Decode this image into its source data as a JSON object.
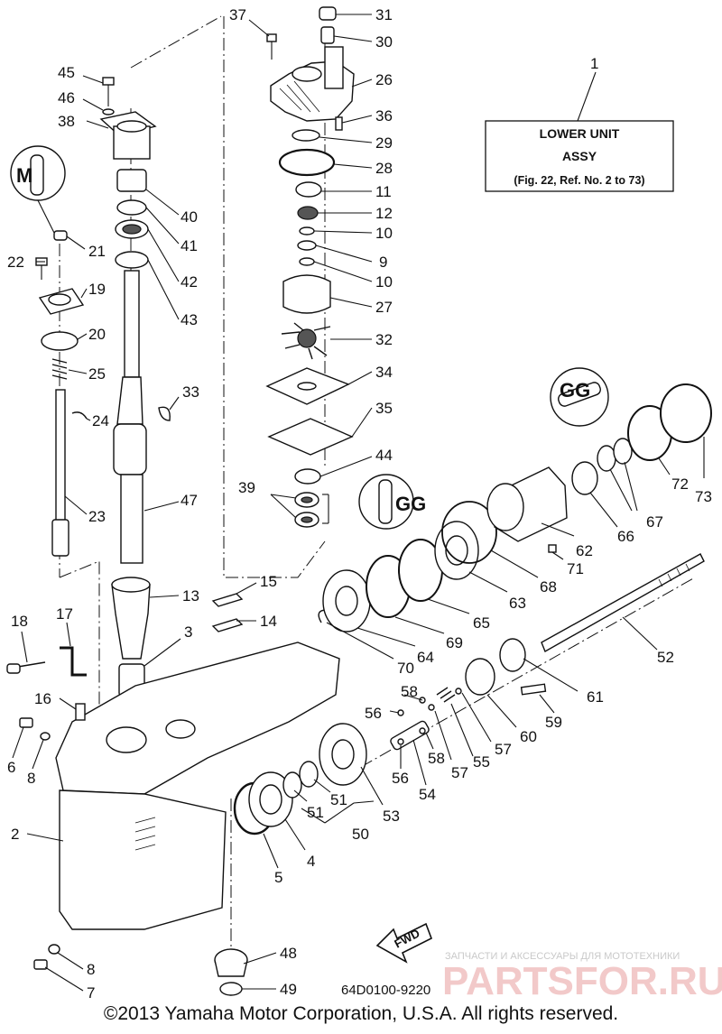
{
  "assembly": {
    "ref": "1",
    "line1": "LOWER UNIT",
    "line2": "ASSY",
    "line3": "(Fig. 22, Ref. No. 2 to 73)"
  },
  "diagram_code": "64D0100-9220",
  "fwd_label": "FWD",
  "icons": {
    "sealant_m": "M",
    "grease_gg_1": "GG",
    "grease_gg_2": "GG"
  },
  "watermark": {
    "subtitle": "ЗАПЧАСТИ И АКСЕССУАРЫ ДЛЯ МОТОТЕХНИКИ",
    "brand": "PARTSFOR.RU"
  },
  "copyright": "©2013 Yamaha Motor Corporation, U.S.A. All rights reserved.",
  "labels": {
    "p31": "31",
    "p30": "30",
    "p37": "37",
    "p26": "26",
    "p36": "36",
    "p29": "29",
    "p28": "28",
    "p11": "11",
    "p12": "12",
    "p10a": "10",
    "p9": "9",
    "p10b": "10",
    "p27": "27",
    "p32": "32",
    "p34": "34",
    "p35": "35",
    "p44": "44",
    "p39": "39",
    "p45": "45",
    "p46": "46",
    "p38": "38",
    "p40": "40",
    "p41": "41",
    "p42": "42",
    "p43": "43",
    "p22": "22",
    "p21": "21",
    "p19": "19",
    "p20": "20",
    "p25": "25",
    "p24": "24",
    "p23": "23",
    "p33": "33",
    "p47": "47",
    "p15": "15",
    "p14": "14",
    "p13": "13",
    "p3": "3",
    "p18": "18",
    "p17": "17",
    "p16": "16",
    "p6": "6",
    "p8a": "8",
    "p2": "2",
    "p7": "7",
    "p8b": "8",
    "p5": "5",
    "p4": "4",
    "p51a": "51",
    "p51b": "51",
    "p50": "50",
    "p53": "53",
    "p56a": "56",
    "p58a": "58",
    "p56b": "56",
    "p58b": "58",
    "p54": "54",
    "p57a": "57",
    "p55": "55",
    "p57b": "57",
    "p60": "60",
    "p59": "59",
    "p61": "61",
    "p52": "52",
    "p70": "70",
    "p64": "64",
    "p69": "69",
    "p65": "65",
    "p63": "63",
    "p68": "68",
    "p71": "71",
    "p62": "62",
    "p66": "66",
    "p67": "67",
    "p72": "72",
    "p73": "73",
    "p48": "48",
    "p49": "49"
  }
}
